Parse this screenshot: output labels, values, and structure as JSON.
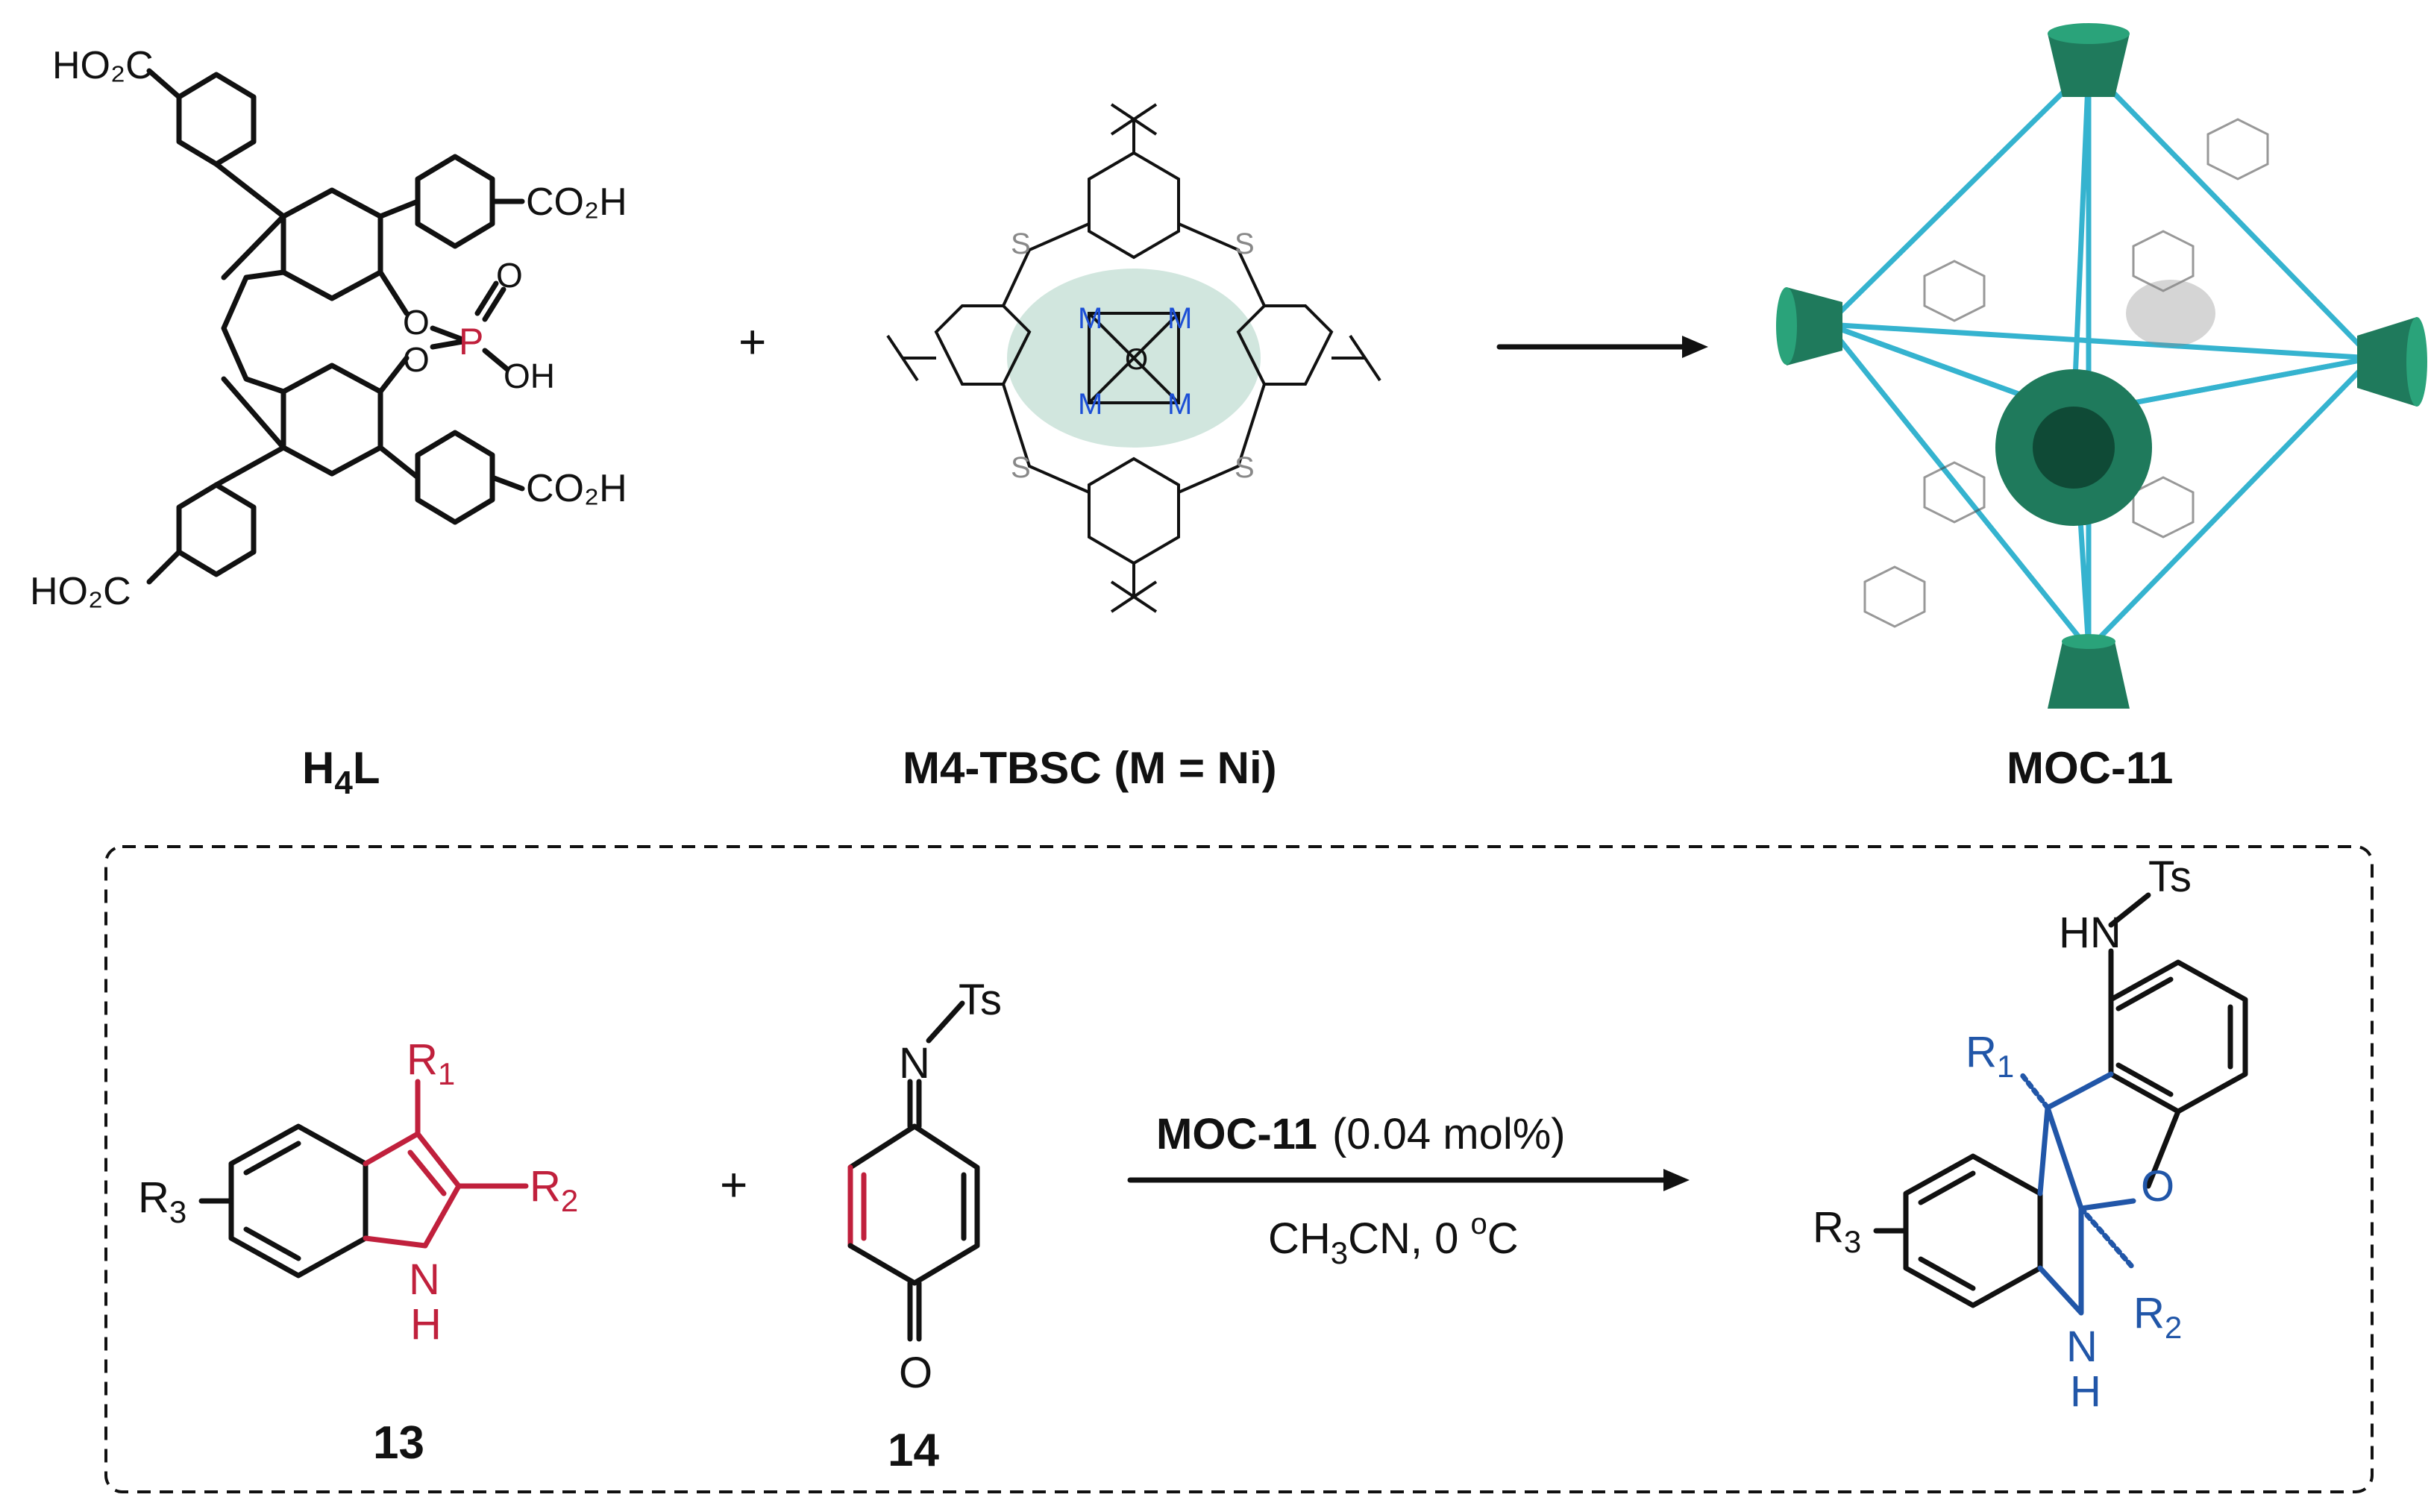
{
  "top_row": {
    "ligand": {
      "name_main": "H",
      "name_sub": "4",
      "name_end": "L",
      "groups": {
        "co2h_top_left": "HO₂C",
        "co2h_top_right": "CO₂H",
        "co2h_bottom_right": "CO₂H",
        "co2h_bottom_left": "HO₂C",
        "phosphate_o1": "O",
        "phosphate_o2": "O",
        "phosphate_p": "P",
        "phosphate_o3": "O",
        "phosphate_oh": "OH"
      }
    },
    "plus_sign": "+",
    "cluster": {
      "name": "M4-TBSC (M = Ni)",
      "metal": "M",
      "oxygen": "O",
      "sulfur": "S"
    },
    "cage": {
      "name": "MOC-11"
    }
  },
  "bottom_panel": {
    "indole": {
      "label": "13",
      "r1": "R",
      "r1_sub": "1",
      "r2": "R",
      "r2_sub": "2",
      "r3": "R",
      "r3_sub": "3",
      "n": "N",
      "h": "H"
    },
    "plus_sign": "+",
    "quinone_imine": {
      "label": "14",
      "n": "N",
      "ts": "Ts",
      "o": "O"
    },
    "conditions": {
      "catalyst": "MOC-11",
      "loading": "(0.04 mol%)",
      "solvent_a": "CH",
      "solvent_sub": "3",
      "solvent_b": "CN, 0 ",
      "degree": "o",
      "unit": "C"
    },
    "product": {
      "hn": "HN",
      "ts": "Ts",
      "r1": "R",
      "r1_sub": "1",
      "r2": "R",
      "r2_sub": "2",
      "r3": "R",
      "r3_sub": "3",
      "o": "O",
      "n": "N",
      "h": "H"
    }
  },
  "colors": {
    "highlight_red": "#c0203c",
    "highlight_blue": "#2156a8",
    "cage_green": "#1f7a5c",
    "cage_edge_cyan": "#35b3cf",
    "metal_blue": "#1c4fd6"
  }
}
